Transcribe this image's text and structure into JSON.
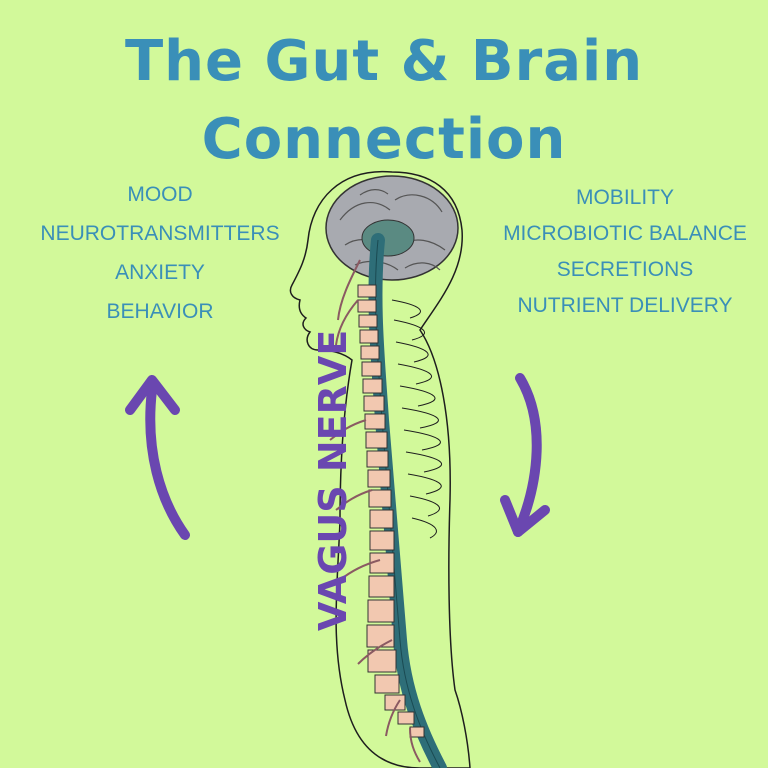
{
  "title": {
    "line1": "The Gut & Brain",
    "line2": "Connection"
  },
  "brain_functions": [
    "MOOD",
    "NEUROTRANSMITTERS",
    "ANXIETY",
    "BEHAVIOR"
  ],
  "gut_functions": [
    "MOBILITY",
    "MICROBIOTIC BALANCE",
    "SECRETIONS",
    "NUTRIENT DELIVERY"
  ],
  "nerve_label": "VAGUS NERVE",
  "colors": {
    "background": "#d2f99a",
    "title": "#3a8fb8",
    "arrow": "#6a47b0",
    "vertebrae": "#f2c8b0",
    "spinal_cord": "#2e6e78",
    "brain": "#a8aab0",
    "nerve": "#8a5a62"
  }
}
